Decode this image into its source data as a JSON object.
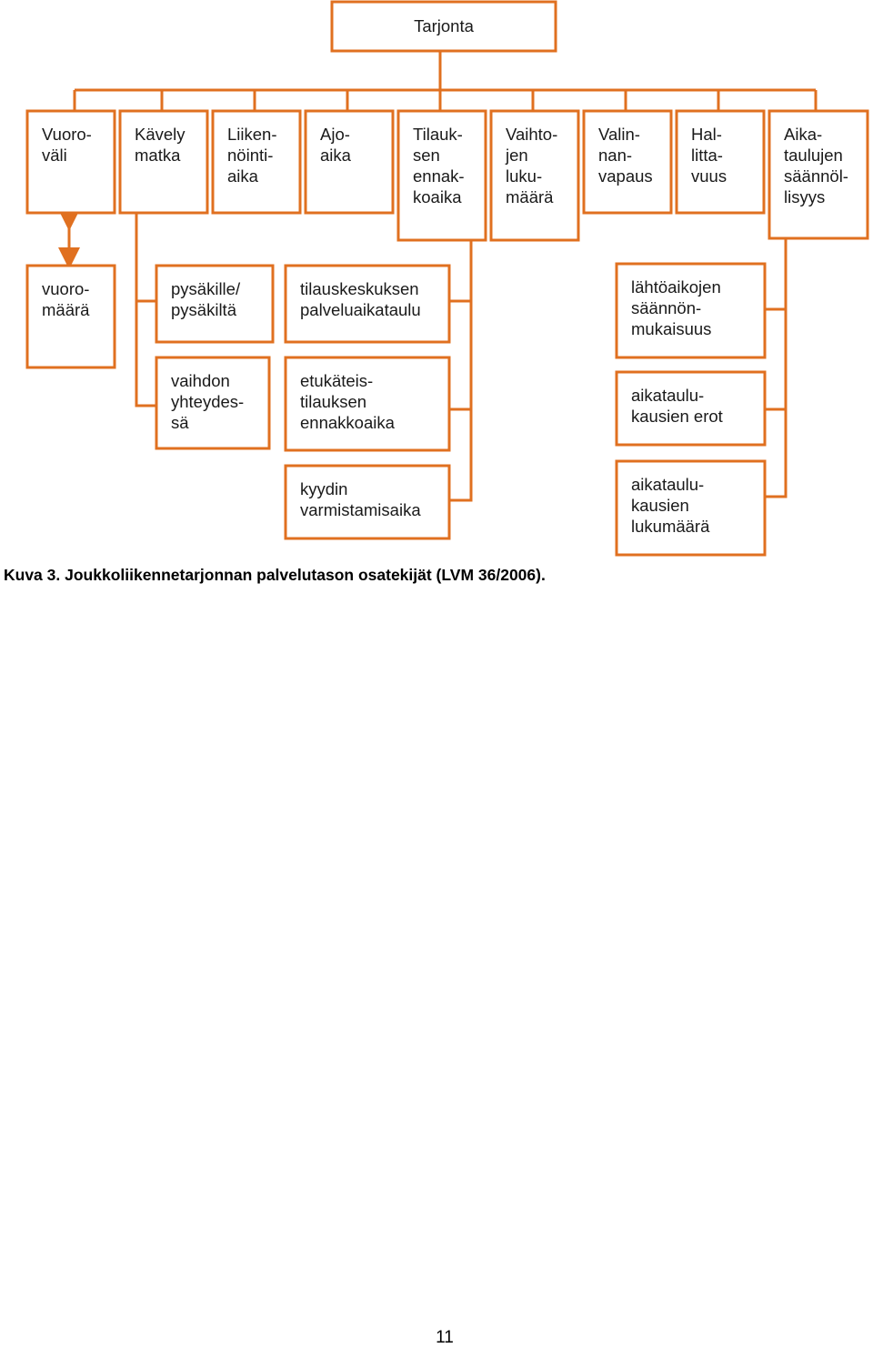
{
  "diagram": {
    "root": [
      "Tarjonta"
    ],
    "top_row": [
      [
        "Vuoro-",
        "väli"
      ],
      [
        "Kävely",
        "matka"
      ],
      [
        "Liiken-",
        "nöinti-",
        "aika"
      ],
      [
        "Ajo-",
        "aika"
      ],
      [
        "Tilauk-",
        "sen",
        "ennak-",
        "koaika"
      ],
      [
        "Vaihto-",
        "jen",
        "luku-",
        "määrä"
      ],
      [
        "Valin-",
        "nan-",
        "vapaus"
      ],
      [
        "Hal-",
        "litta-",
        "vuus"
      ],
      [
        "Aika-",
        "taulujen",
        "säännöl-",
        "lisyys"
      ]
    ],
    "sub_items": [
      [
        "vuoro-",
        "määrä"
      ],
      [
        "pysäkille/",
        "pysäkiltä"
      ],
      [
        "vaihdon",
        "yhteydes-",
        "sä"
      ],
      [
        "tilauskeskuksen",
        "palveluaikataulu"
      ],
      [
        "etukäteis-",
        "tilauksen",
        "ennakkoaika"
      ],
      [
        "kyydin",
        "varmistamisaika"
      ],
      [
        "lähtöaikojen",
        "säännön-",
        "mukaisuus"
      ],
      [
        "aikataulu-",
        "kausien erot"
      ],
      [
        "aikataulu-",
        "kausien",
        "lukumäärä"
      ]
    ],
    "colors": {
      "accent": "#e07020",
      "text": "#1a1a1a"
    }
  },
  "caption": "Kuva 3. Joukkoliikennetarjonnan palvelutason osatekijät (LVM 36/2006).",
  "page_number": "11"
}
